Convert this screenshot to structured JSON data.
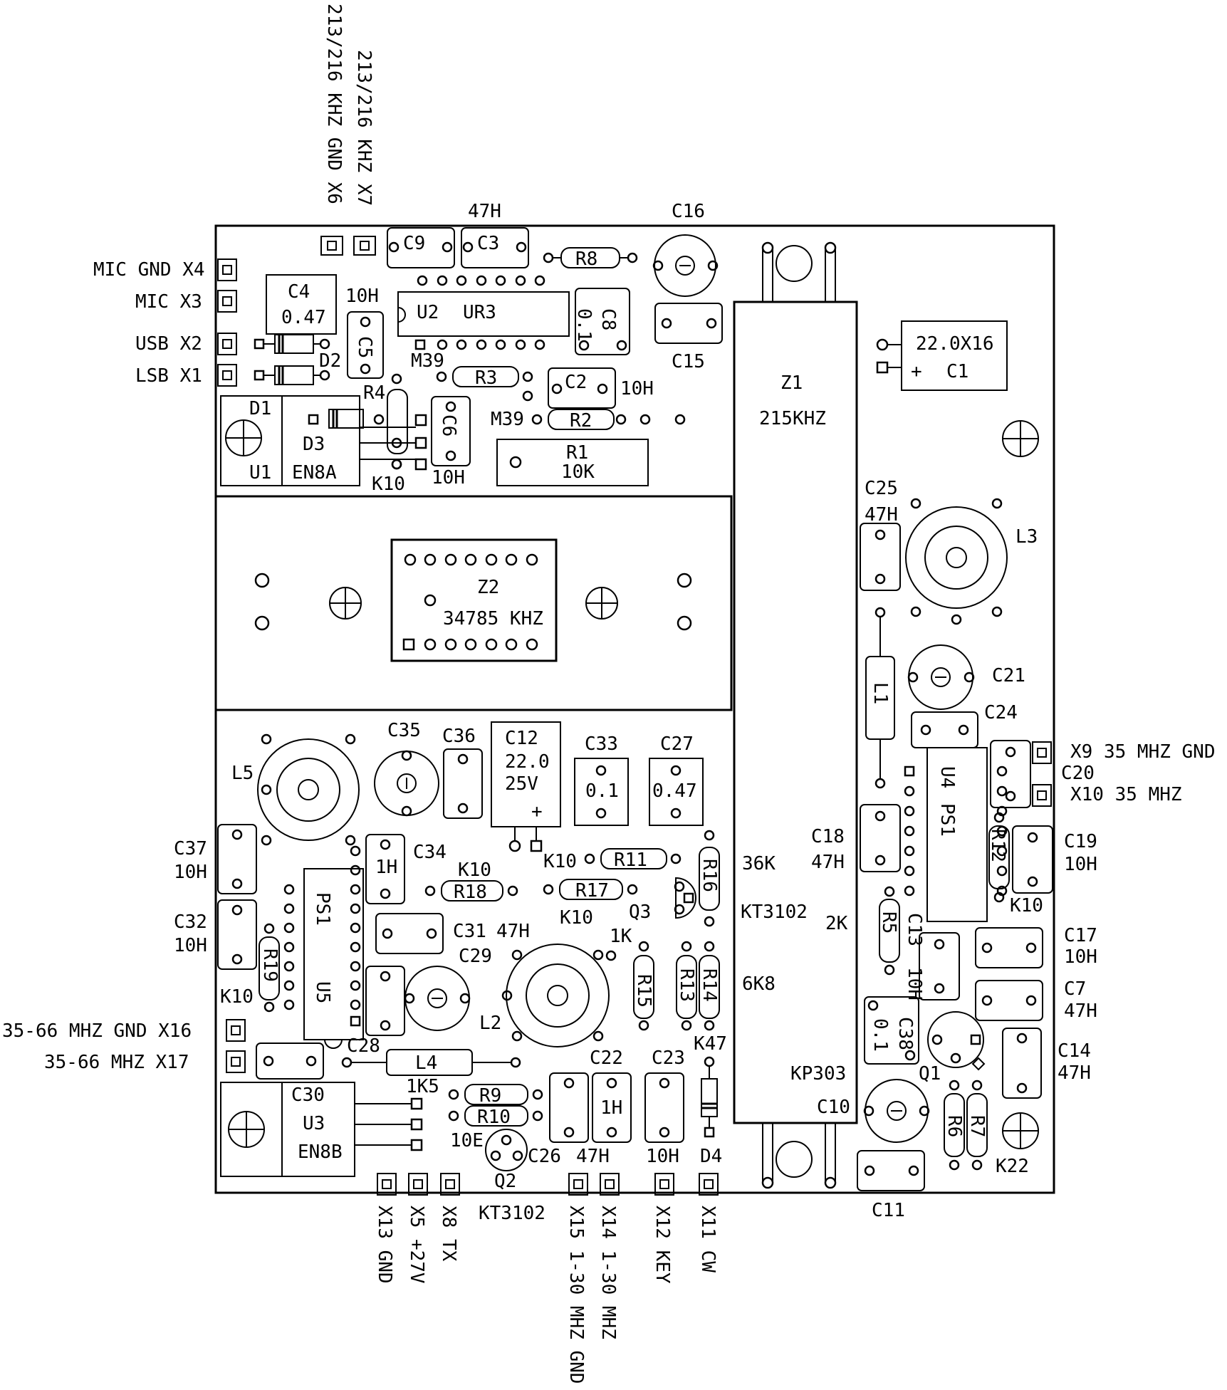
{
  "connectors_left": {
    "mic_gnd": "MIC GND X4",
    "mic": "MIC  X3",
    "usb": "USB X2",
    "lsb": "LSB X1",
    "x16": "35-66 MHZ GND X16",
    "x17": "35-66 MHZ X17"
  },
  "connectors_top": {
    "x6": "213/216 KHZ GND  X6",
    "x7": "213/216 KHZ  X7"
  },
  "connectors_right": {
    "x9": "X9 35 MHZ GND",
    "x10": "X10 35 MHZ"
  },
  "connectors_bottom": {
    "x13": "X13 GND",
    "x5": "X5  +27V",
    "x8": "X8  TX",
    "x15": "X15 1-30 MHZ GND",
    "x14": "X14 1-30 MHZ",
    "x12": "X12 KEY",
    "x11": "X11 CW"
  },
  "components": {
    "c9": "C9",
    "c3": "C3",
    "c3_val": "47H",
    "r8": "R8",
    "c16": "C16",
    "c4": "C4",
    "c4_val": "0.47",
    "c5": "C5",
    "c5_val": "10H",
    "u2": "U2",
    "ur3": "UR3",
    "c8": "C8",
    "c8_val": "0.1",
    "c15": "C15",
    "z1": "Z1",
    "z1_val": "215KHZ",
    "c1": "C1",
    "c1_val": "22.0X16",
    "plus": "+",
    "d2": "D2",
    "m39a": "M39",
    "r3": "R3",
    "r4": "R4",
    "c2": "C2",
    "c2_val": "10H",
    "m39b": "M39",
    "r2": "R2",
    "r1": "R1",
    "r1_val": "10K",
    "d1": "D1",
    "d3": "D3",
    "u1": "U1",
    "en8a": "EN8A",
    "k10_a": "K10",
    "c6": "C6",
    "c6_val": "10H",
    "c25": "C25",
    "c25_val": "47H",
    "l3": "L3",
    "z2": "Z2",
    "z2_val": "34785 KHZ",
    "l1": "L1",
    "c21": "C21",
    "c24": "C24",
    "l5": "L5",
    "c35": "C35",
    "c36": "C36",
    "c12": "C12",
    "c12_v1": "22.0",
    "c12_v2": "25V",
    "c33": "C33",
    "c33_val": "0.1",
    "c27": "C27",
    "c27_val": "0.47",
    "c18": "C18",
    "c18_val": "47H",
    "u4": "U4",
    "ps1_u4": "PS1",
    "c20": "C20",
    "c19": "C19",
    "c19_val": "10H",
    "r12": "R12",
    "k10_r12": "K10",
    "c37": "C37",
    "c37_val": "10H",
    "c34_val": "1H",
    "c34": "C34",
    "k10_r11": "K10",
    "r11": "R11",
    "r16": "R16",
    "v36k": "36K",
    "k10_r18": "K10",
    "r18": "R18",
    "r17": "R17",
    "k10_r17": "K10",
    "q3": "Q3",
    "kt3102_q3": "KT3102",
    "v2k": "2K",
    "r5": "R5",
    "c13": "C13",
    "c13_val": "10H",
    "c32": "C32",
    "c32_val": "10H",
    "r19": "R19",
    "ps1_u5": "PS1",
    "u5": "U5",
    "c31": "C31",
    "c31_val": "47H",
    "c29": "C29",
    "v1k": "1K",
    "r15": "R15",
    "r13": "R13",
    "r14": "R14",
    "v6k8": "6K8",
    "c17": "C17",
    "c17_val": "10H",
    "c7": "C7",
    "c7_val": "47H",
    "k10_r19": "K10",
    "c38": "C38",
    "c38_val": "0.1",
    "l2": "L2",
    "k47": "K47",
    "c14": "C14",
    "c14_val": "47H",
    "q1": "Q1",
    "c28": "C28",
    "l4": "L4",
    "c22": "C22",
    "c22_val": "1H",
    "c23": "C23",
    "kp303": "KP303",
    "c30": "C30",
    "u3": "U3",
    "en8b": "EN8B",
    "v1k5": "1K5",
    "r9": "R9",
    "r10": "R10",
    "v10e": "10E",
    "c10": "C10",
    "r6": "R6",
    "r7": "R7",
    "k22": "K22",
    "c26": "C26",
    "c26_val": "47H",
    "c23_val": "10H",
    "d4": "D4",
    "q2": "Q2",
    "kt3102_q2": "KT3102",
    "c11": "C11"
  }
}
